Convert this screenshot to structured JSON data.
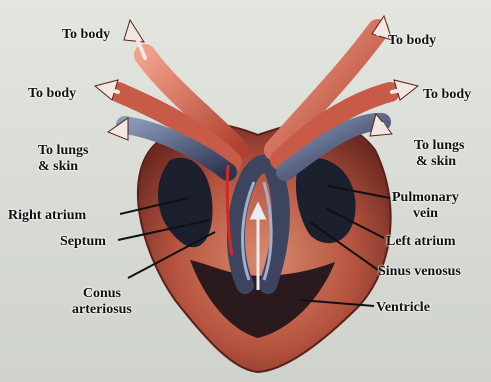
{
  "diagram": {
    "labels": {
      "to_body_top_left": "To body",
      "to_body_top_right": "To body",
      "to_body_left": "To body",
      "to_body_right": "To body",
      "to_lungs_left_1": "To lungs",
      "to_lungs_left_2": "& skin",
      "to_lungs_right_1": "To lungs",
      "to_lungs_right_2": "& skin",
      "right_atrium": "Right atrium",
      "septum": "Septum",
      "conus_1": "Conus",
      "conus_2": "arteriosus",
      "pulmonary_1": "Pulmonary",
      "pulmonary_2": "vein",
      "left_atrium": "Left atrium",
      "sinus_venosus": "Sinus venosus",
      "ventricle": "Ventricle"
    }
  }
}
